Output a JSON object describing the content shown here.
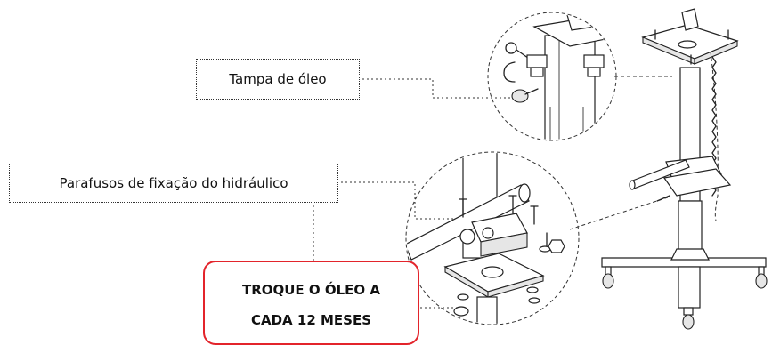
{
  "labels": {
    "oil_cap": "Tampa de óleo",
    "hydraulic_bolts": "Parafusos de fixação do hidráulico"
  },
  "warning": {
    "line1": "TROQUE O ÓLEO A",
    "line2": "CADA 12 MESES",
    "border_color": "#e3242b"
  }
}
